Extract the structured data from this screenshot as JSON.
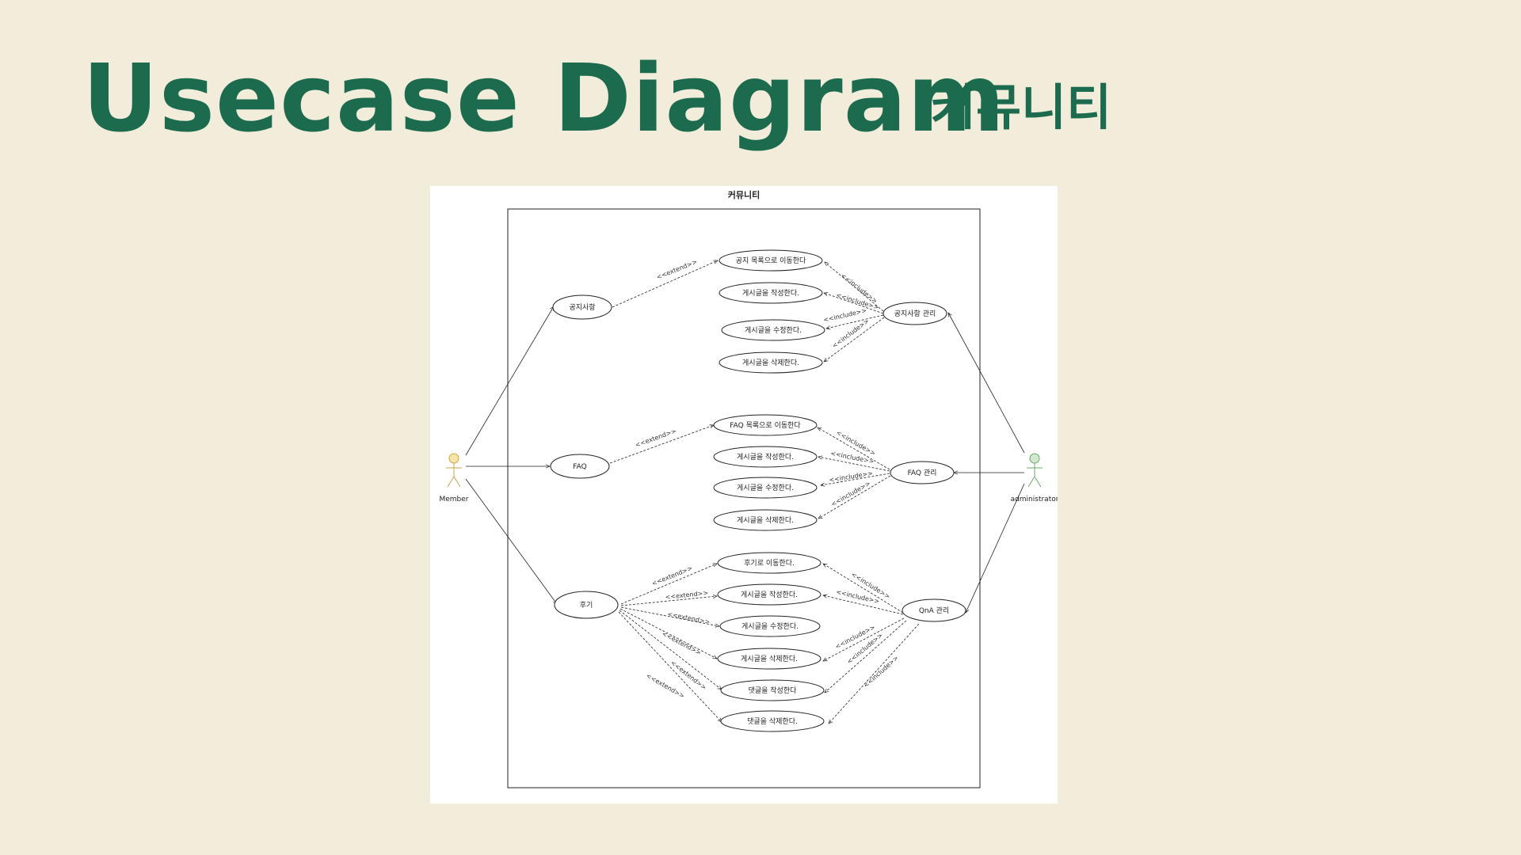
{
  "title": {
    "main": "Usecase Diagram",
    "sub": "커뮤니티"
  },
  "colors": {
    "background": "#f2ecdb",
    "title": "#1d6b4e",
    "member_actor": "#e8c77a",
    "admin_actor": "#8bc48b"
  },
  "diagram": {
    "system_label": "커뮤니티",
    "actors": {
      "member": "Member",
      "admin": "administrator"
    },
    "usecases": {
      "notice": "공지사항",
      "faq": "FAQ",
      "review": "후기",
      "notice_list": "공지 목록으로 이동한다",
      "notice_write": "게시글을 작성한다.",
      "notice_edit": "게시글을 수정한다.",
      "notice_delete": "게시글을 삭제한다.",
      "notice_admin": "공지사항 관리",
      "faq_list": "FAQ 목록으로 이동한다",
      "faq_write": "게시글을 작성한다.",
      "faq_edit": "게시글을 수정한다.",
      "faq_delete": "게시글을 삭제한다.",
      "faq_admin": "FAQ 관리",
      "review_go": "후기로 이동한다.",
      "review_write": "게시글을 작성한다.",
      "review_edit": "게시글을 수정한다.",
      "review_delete": "게시글을 삭제한다.",
      "comment_write": "댓글을 작성한다",
      "comment_delete": "댓글을 삭제한다.",
      "qna_admin": "QnA 관리"
    },
    "stereotypes": {
      "extend": "<<extend>>",
      "include": "<<include>>"
    }
  }
}
